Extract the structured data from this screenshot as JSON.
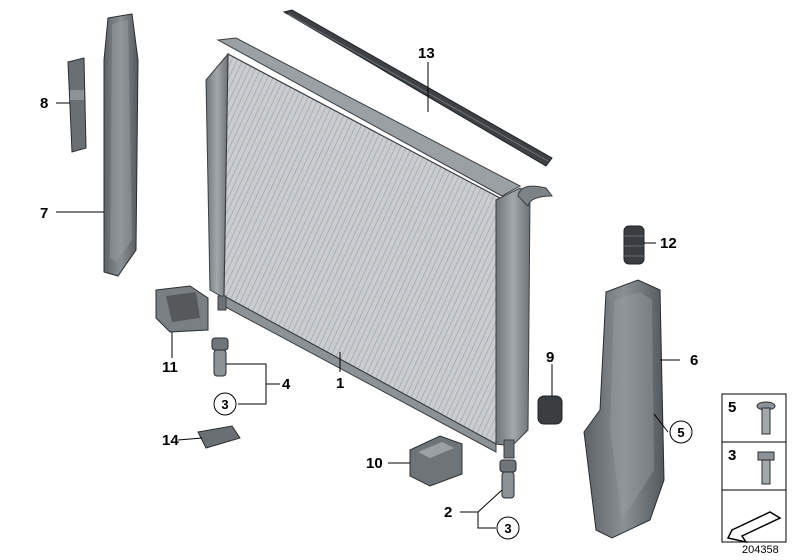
{
  "diagram": {
    "callouts": {
      "c1": "1",
      "c2": "2",
      "c3a": "3",
      "c3b": "3",
      "c4": "4",
      "c5": "5",
      "c6": "6",
      "c7": "7",
      "c8": "8",
      "c9": "9",
      "c10": "10",
      "c11": "11",
      "c12": "12",
      "c13": "13",
      "c14": "14"
    },
    "legend": {
      "item1": "5",
      "item2": "3"
    },
    "diagram_id": "204358"
  }
}
